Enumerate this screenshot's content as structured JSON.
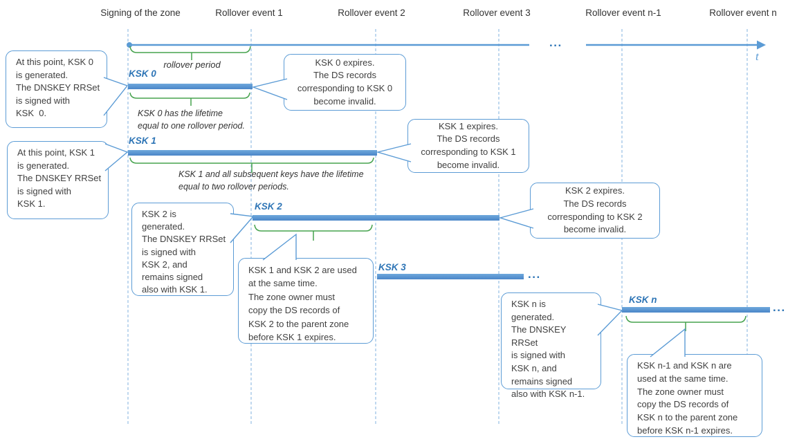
{
  "diagram": {
    "events": [
      {
        "label": "Signing of the zone"
      },
      {
        "label": "Rollover event 1"
      },
      {
        "label": "Rollover event 2"
      },
      {
        "label": "Rollover event 3"
      },
      {
        "label": "Rollover event n-1"
      },
      {
        "label": "Rollover event n"
      }
    ],
    "timeline": {
      "axis_label": "t",
      "gap_ellipsis": "..."
    },
    "keys": [
      {
        "label": "KSK 0"
      },
      {
        "label": "KSK 1"
      },
      {
        "label": "KSK 2"
      },
      {
        "label": "KSK 3",
        "continues": "..."
      },
      {
        "label": "KSK n",
        "continues": "..."
      }
    ],
    "braces": {
      "rollover_period": "rollover period",
      "ksk0_lifetime": "KSK 0 has the lifetime\nequal to one rollover period.",
      "ksk1_lifetime": "KSK 1 and all subsequent keys have the lifetime\nequal to two rollover periods."
    },
    "callouts": {
      "ksk0_generated": "At this point, KSK 0\nis generated.\nThe DNSKEY RRSet\nis signed with\nKSK  0.",
      "ksk0_expires": "KSK 0 expires.\nThe DS records\ncorresponding to KSK 0\nbecome invalid.",
      "ksk1_generated": "At this point, KSK 1\nis generated.\nThe DNSKEY RRSet\nis signed with\nKSK 1.",
      "ksk1_expires": "KSK 1 expires.\nThe DS records\ncorresponding to KSK 1\nbecome invalid.",
      "ksk2_generated": "KSK 2 is\ngenerated.\nThe DNSKEY RRSet\nis signed with\nKSK 2, and\nremains signed\nalso with KSK 1.",
      "ksk2_expires": "KSK 2 expires.\nThe DS records\ncorresponding to KSK 2\nbecome invalid.",
      "ksk12_overlap": "KSK 1 and KSK 2 are used\nat the same time.\nThe zone owner must\ncopy the DS records of\nKSK 2 to the parent zone\nbefore KSK 1 expires.",
      "kskn_generated": "KSK n is\ngenerated.\nThe DNSKEY RRSet\nis signed with\nKSK n, and\nremains signed\nalso with KSK n-1.",
      "kskn1_overlap": "KSK n-1 and KSK n are\nused at the same time.\nThe zone owner must\ncopy the DS records of\nKSK n to the parent zone\nbefore KSK n-1 expires."
    },
    "colors": {
      "accent_blue": "#5B9BD5",
      "label_blue": "#2E75B6",
      "dashed_blue": "#9DC3E6",
      "brace_green": "#47A34F",
      "text": "#3B3B3B"
    }
  }
}
